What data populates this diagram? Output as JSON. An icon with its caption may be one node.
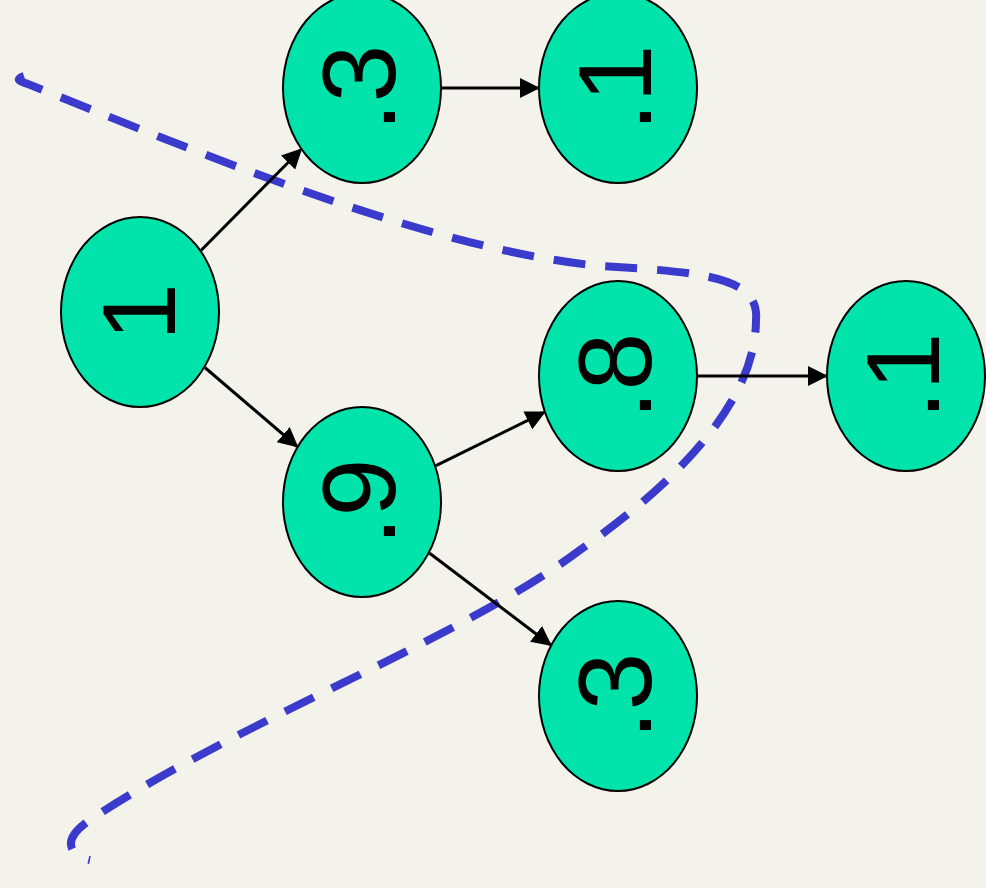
{
  "diagram": {
    "nodes": [
      {
        "text": [
          "1"
        ]
      },
      {
        "text": [
          ".3"
        ]
      },
      {
        "text": [
          ".1"
        ]
      },
      {
        "text": [
          ".9"
        ]
      },
      {
        "text": [
          ".8"
        ]
      },
      {
        "text": [
          ".1"
        ]
      },
      {
        "text": [
          ".3"
        ]
      }
    ],
    "edges": [
      {
        "from": 0,
        "to": 1,
        "arrow": "to"
      },
      {
        "from": 0,
        "to": 3,
        "arrow": "to"
      },
      {
        "from": 1,
        "to": 2,
        "arrow": "to"
      },
      {
        "from": 3,
        "to": 4,
        "arrow": "to"
      },
      {
        "from": 3,
        "to": 6,
        "arrow": "to"
      },
      {
        "from": 4,
        "to": 5,
        "arrow": "to"
      }
    ]
  }
}
